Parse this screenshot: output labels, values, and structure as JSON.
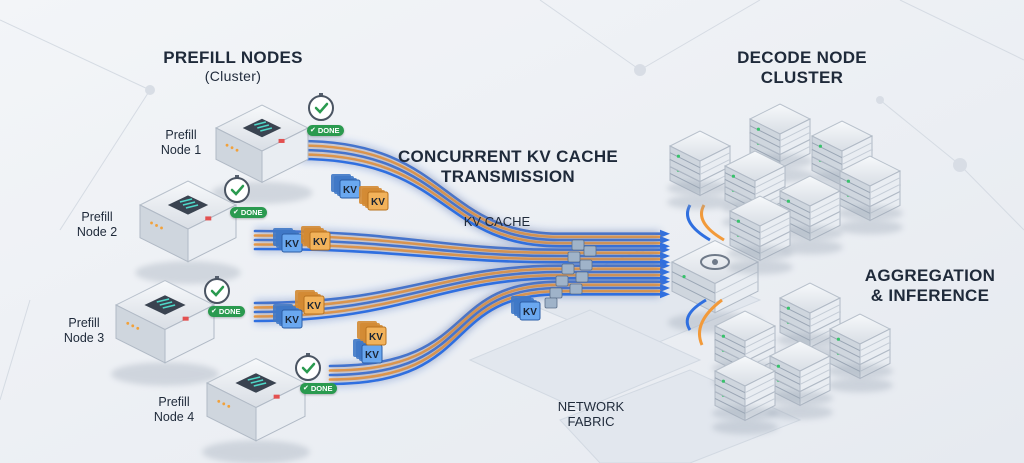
{
  "prefill": {
    "title": "PREFILL NODES",
    "subtitle": "(Cluster)",
    "nodes": [
      {
        "label_line1": "Prefill",
        "label_line2": "Node 1",
        "status": "DONE"
      },
      {
        "label_line1": "Prefill",
        "label_line2": "Node 2",
        "status": "DONE"
      },
      {
        "label_line1": "Prefill",
        "label_line2": "Node 3",
        "status": "DONE"
      },
      {
        "label_line1": "Prefill",
        "label_line2": "Node 4",
        "status": "DONE"
      }
    ]
  },
  "transmission": {
    "title_line1": "CONCURRENT KV CACHE",
    "title_line2": "TRANSMISSION",
    "kv_cache_label": "KV CACHE",
    "packet_label": "KV"
  },
  "network": {
    "label_line1": "NETWORK",
    "label_line2": "FABRIC"
  },
  "decode": {
    "title_line1": "DECODE NODE",
    "title_line2": "CLUSTER",
    "aggregation_line1": "AGGREGATION",
    "aggregation_line2": "& INFERENCE"
  },
  "colors": {
    "blue_stream": "#2f6fe0",
    "orange_stream": "#f29a3a",
    "kv_blue": "#6aa8f0",
    "kv_orange": "#f2b25a",
    "done_green": "#2a9a4f",
    "server_body": "#dfe4ea",
    "server_dark": "#3a4350"
  }
}
